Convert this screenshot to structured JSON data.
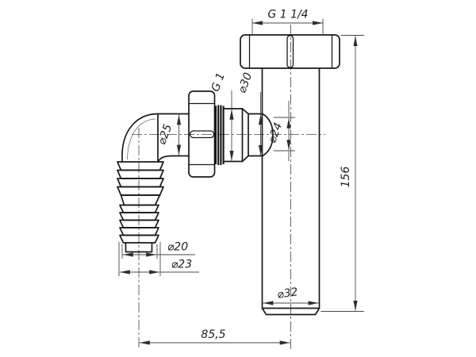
{
  "drawing": {
    "type": "technical-drawing",
    "subject": "siphon-outlet-fitting-with-hose-elbow",
    "line_color": "#1a1a1a",
    "dim_line_color": "#4a4a4a",
    "background": "#ffffff",
    "labels": {
      "top_thread": "G 1 1/4",
      "branch_thread": "G 1",
      "branch_root_dia": "⌀30",
      "branch_bore_dia": "⌀24",
      "elbow_dia": "⌀25",
      "hose_inner_dia": "⌀20",
      "hose_outer_dia": "⌀23",
      "pipe_dia": "⌀32",
      "overall_height": "156",
      "axis_offset": "85,5"
    }
  }
}
